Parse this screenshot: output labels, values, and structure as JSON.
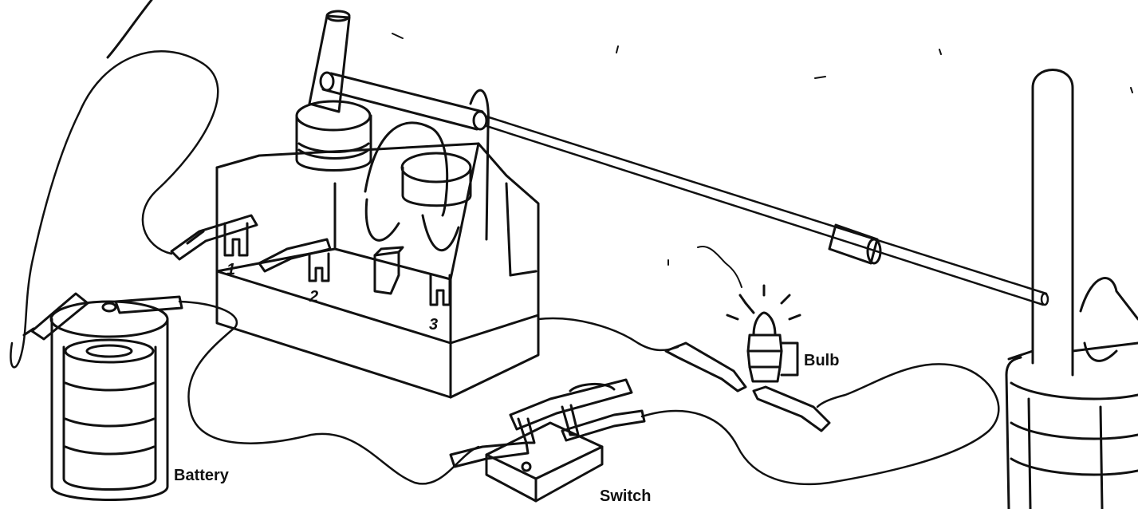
{
  "labels": {
    "battery": "Battery",
    "switch": "Switch",
    "bulb": "Bulb",
    "terminal_1": "1",
    "terminal_2": "2",
    "terminal_3": "3"
  },
  "colors": {
    "ink": "#111111",
    "paper": "#ffffff"
  }
}
